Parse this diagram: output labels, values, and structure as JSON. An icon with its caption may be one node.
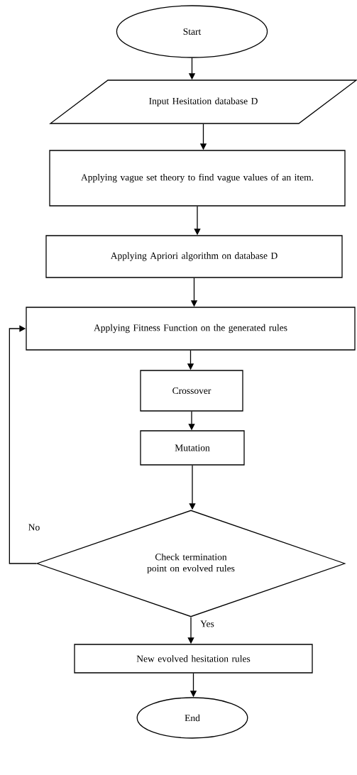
{
  "diagram": {
    "nodes": [
      {
        "text": [
          "Start"
        ]
      },
      {
        "text": [
          "Input Hesitation database D"
        ]
      },
      {
        "text": [
          "Applying vague set theory to find vague values of an item."
        ]
      },
      {
        "text": [
          "Applying Apriori algorithm on database D"
        ]
      },
      {
        "text": [
          "Applying Fitness Function on the generated rules"
        ]
      },
      {
        "text": [
          "Crossover"
        ]
      },
      {
        "text": [
          "Mutation"
        ]
      },
      {
        "text": [
          "Check termination point on evolved rules"
        ]
      },
      {
        "text": [
          "New evolved hesitation rules"
        ]
      },
      {
        "text": [
          "End"
        ]
      }
    ],
    "edges": [
      {
        "from": 0,
        "to": 1,
        "arrow": "to"
      },
      {
        "from": 1,
        "to": 2,
        "arrow": "to"
      },
      {
        "from": 2,
        "to": 3,
        "arrow": "to"
      },
      {
        "from": 3,
        "to": 4,
        "arrow": "to"
      },
      {
        "from": 4,
        "to": 5,
        "arrow": "to"
      },
      {
        "from": 5,
        "to": 6,
        "arrow": "to"
      },
      {
        "from": 6,
        "to": 7,
        "arrow": "to"
      },
      {
        "from": 7,
        "to": 4,
        "arrow": "to",
        "label": "No"
      },
      {
        "from": 7,
        "to": 8,
        "arrow": "to",
        "label": "Yes"
      },
      {
        "from": 8,
        "to": 9,
        "arrow": "to"
      }
    ]
  }
}
